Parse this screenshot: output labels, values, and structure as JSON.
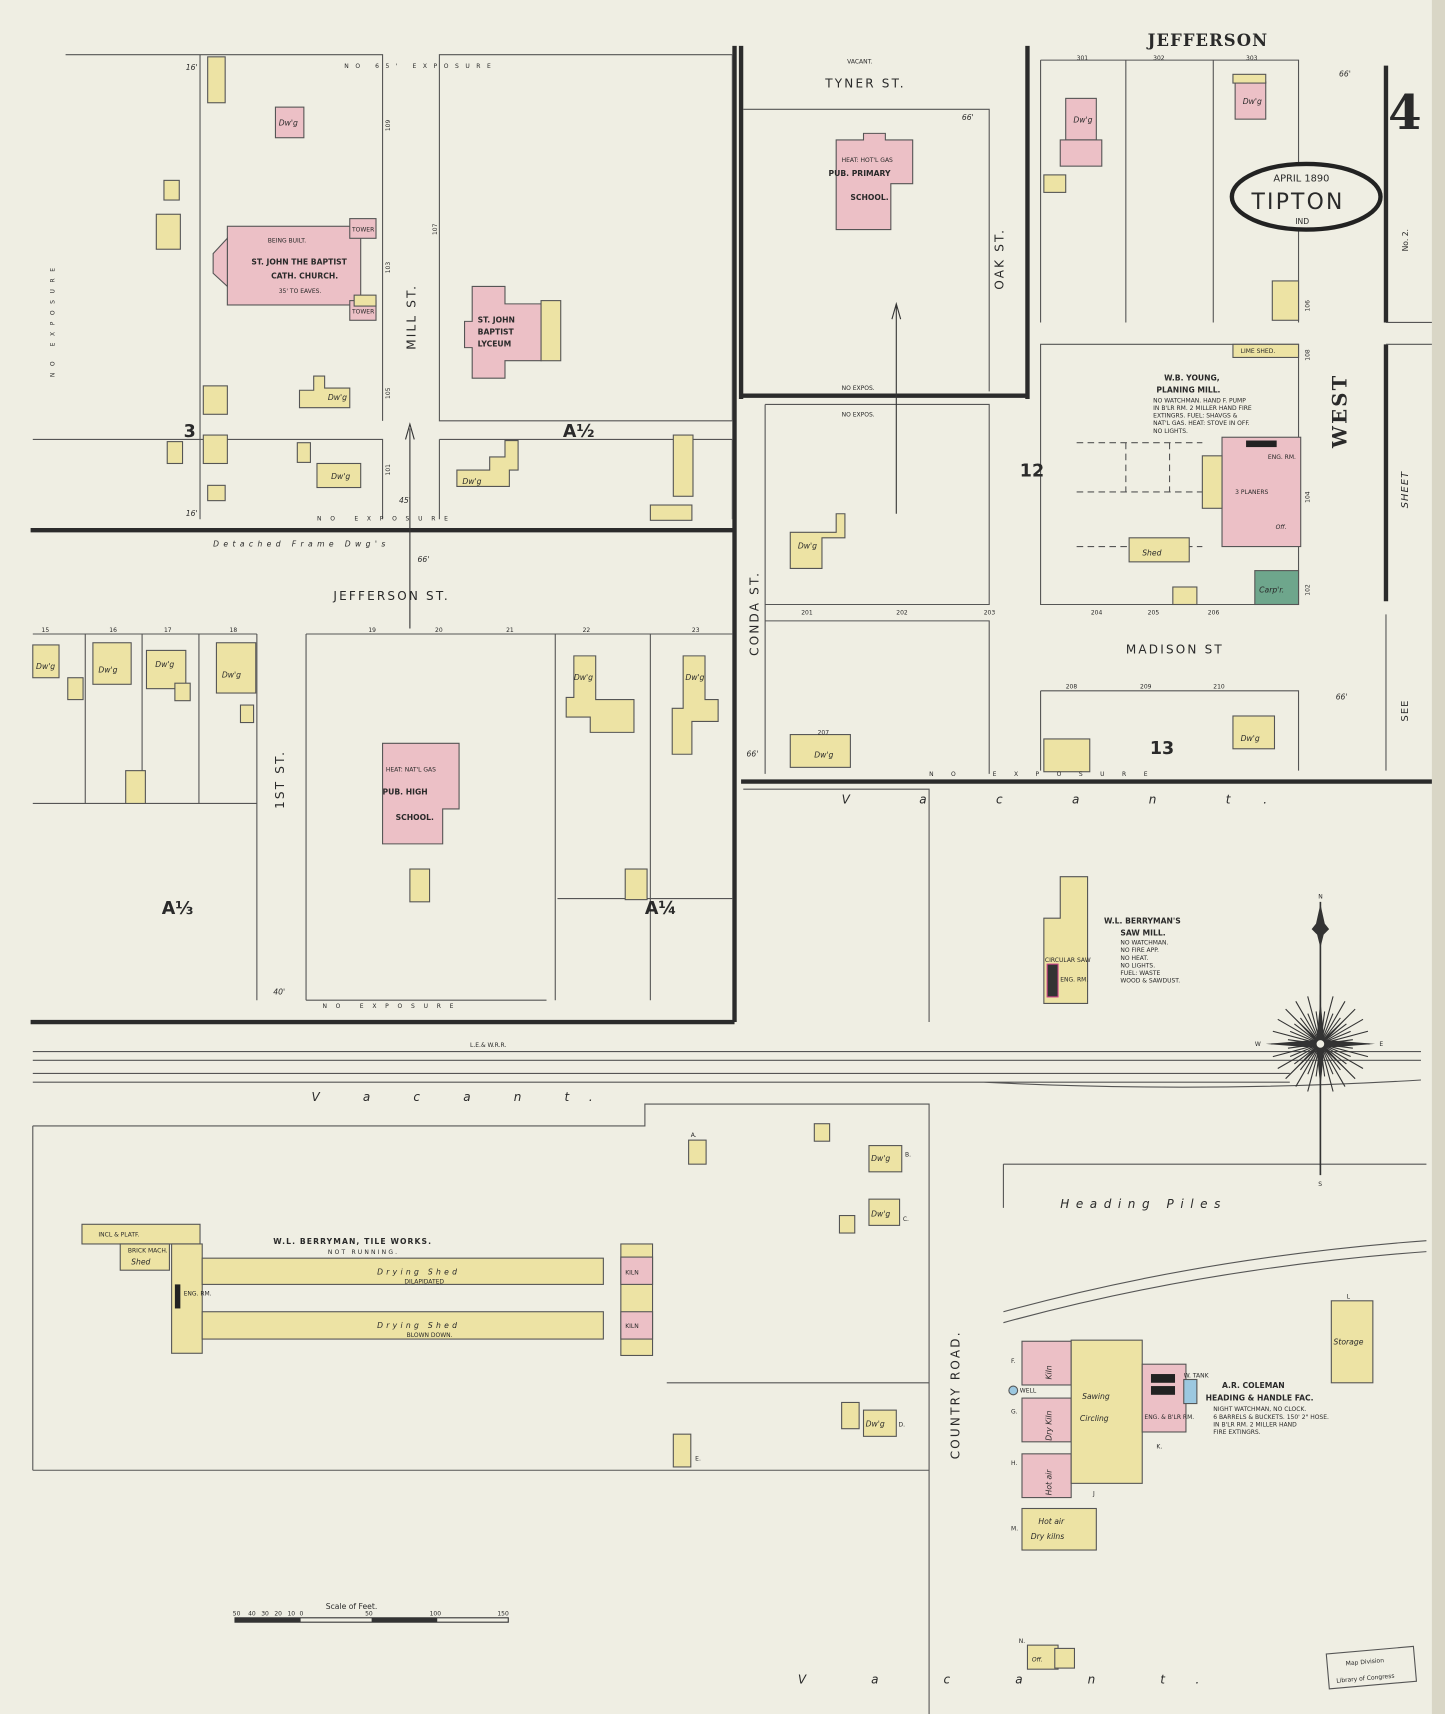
{
  "sheet": {
    "number": "4",
    "cartouche": {
      "date": "APRIL 1890",
      "town": "TIPTON",
      "state": "IND"
    },
    "adjacent_sheet_no": "No. 2.",
    "see_sheet": [
      "SEE",
      "SHEET"
    ],
    "stamp": [
      "Map Division",
      "Library of Congress"
    ],
    "scale": {
      "title": "Scale of Feet.",
      "ticks": [
        "50",
        "40",
        "30",
        "20",
        "10",
        "0",
        "50",
        "100",
        "150"
      ]
    }
  },
  "colors": {
    "paper": "#efeee3",
    "brick": "#ecc0c6",
    "frame": "#ede3a4",
    "special": "#6ea68c",
    "water": "#9cc8e0"
  },
  "streets": {
    "jefferson_top": "JEFFERSON",
    "tyner": "TYNER ST.",
    "oak": "OAK ST.",
    "mill": "MILL ST.",
    "jefferson": "JEFFERSON ST.",
    "first": "1ST ST.",
    "conda": "CONDA ST.",
    "madison": "MADISON ST",
    "west": "WEST",
    "country_road": "COUNTRY ROAD.",
    "railroad": "L.E.& W.R.R.",
    "width_66": "66'",
    "width_45": "45'",
    "width_40": "40'",
    "width_16": "16'"
  },
  "notes": {
    "no_exposure": "NO EXPOSURE",
    "no_65_exposure": "NO 65' EXPOSURE",
    "no_expos": "NO EXPOS.",
    "vacant": "VACANT.",
    "vacant_script": "V a c a n t.",
    "detached": "Detached  Frame  Dwg's",
    "heading_piles": "Heading   Piles"
  },
  "blocks": [
    "3",
    "A½",
    "12",
    "13",
    "A⅓",
    "A¼"
  ],
  "lots": {
    "top_right": [
      "301",
      "302",
      "303"
    ],
    "mid_right": [
      "201",
      "202",
      "203",
      "204",
      "205",
      "206",
      "207"
    ],
    "madison": [
      "208",
      "209",
      "210"
    ],
    "jefferson_w": [
      "15",
      "16",
      "17",
      "18"
    ],
    "jefferson_e": [
      "19",
      "20",
      "21",
      "22",
      "23"
    ]
  },
  "house_numbers": [
    "101",
    "103",
    "105",
    "107",
    "109",
    "102",
    "104",
    "106",
    "108"
  ],
  "buildings": {
    "dwelling": "Dw'g",
    "church": {
      "status": "BEING BUILT.",
      "name1": "ST. JOHN THE BAPTIST",
      "name2": "CATH. CHURCH.",
      "note": "35' TO EAVES.",
      "tower": "TOWER"
    },
    "lyceum": {
      "name1": "ST. JOHN",
      "name2": "BAPTIST",
      "name3": "LYCEUM"
    },
    "primary": {
      "heat": "HEAT: HOT'L GAS",
      "name1": "PUB. PRIMARY",
      "name2": "SCHOOL."
    },
    "high": {
      "heat": "HEAT: NAT'L GAS",
      "name1": "PUB. HIGH",
      "name2": "SCHOOL."
    },
    "planing_mill": {
      "owner": "W.B. YOUNG,",
      "name": "PLANING MILL.",
      "notes": [
        "NO WATCHMAN. HAND F. PUMP",
        "IN B'LR RM. 2 MILLER HAND FIRE",
        "EXTINGRS. FUEL: SHAVGS &",
        "NAT'L GAS. HEAT: STOVE IN OFF.",
        "NO LIGHTS."
      ],
      "lime_shed": "LIME SHED.",
      "planers": "3 PLANERS",
      "office": "Off.",
      "carpenter": "Carp'r.",
      "engine": "ENG. RM."
    },
    "saw_mill": {
      "owner": "W.L. BERRYMAN'S",
      "name": "SAW MILL.",
      "notes": [
        "NO WATCHMAN.",
        "NO FIRE APP.",
        "NO HEAT.",
        "NO LIGHTS.",
        "FUEL: WASTE",
        "WOOD & SAWDUST."
      ],
      "circular": "CIRCULAR SAW",
      "engine": "ENG. RM."
    },
    "tile_works": {
      "name": "W.L. BERRYMAN, TILE WORKS.",
      "status": "NOT RUNNING.",
      "platform": "INCL & PLATF.",
      "brick_mach": "BRICK MACH.",
      "shed": "Shed",
      "drying_shed": "Drying  Shed",
      "dilapidated": "DILAPIDATED",
      "blown_down": "BLOWN DOWN.",
      "kiln": "KILN",
      "engine": "ENG. RM."
    },
    "coleman": {
      "owner": "A.R. COLEMAN",
      "name": "HEADING & HANDLE FAC.",
      "notes": [
        "NIGHT WATCHMAN, NO CLOCK.",
        "6 BARRELS & BUCKETS. 150' 2\" HOSE.",
        "IN B'LR RM. 2 MILLER HAND",
        "FIRE EXTINGRS."
      ],
      "kiln": "Kiln",
      "dry_kiln": "Dry Kiln",
      "hot_air": "Hot air",
      "dry_kilns": "Dry kilns",
      "sawing": "Sawing",
      "circling": "Circling",
      "storage": "Storage",
      "engine": "ENG. & B'LR RM.",
      "well": "WELL",
      "tank": "W. TANK",
      "labels": [
        "A.",
        "B.",
        "C.",
        "D.",
        "E.",
        "F.",
        "G.",
        "H.",
        "J",
        "K.",
        "L",
        "M.",
        "N."
      ],
      "office": "Off."
    }
  },
  "compass": {
    "n": "N",
    "s": "S",
    "e": "E",
    "w": "W"
  }
}
